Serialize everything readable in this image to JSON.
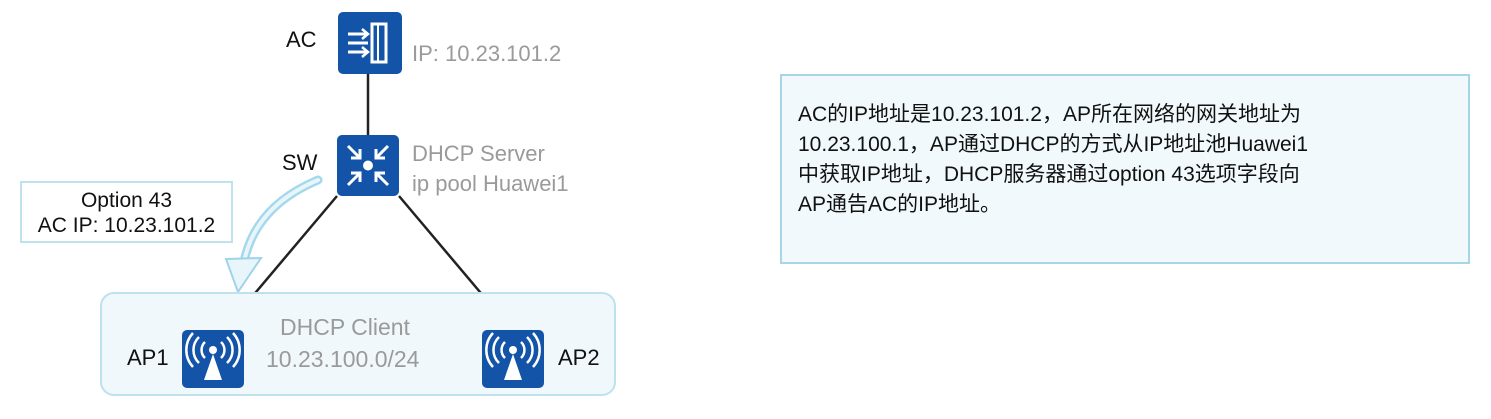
{
  "devices": {
    "ac": {
      "label": "AC",
      "ip_text": "IP: 10.23.101.2"
    },
    "sw": {
      "label": "SW",
      "role_line1": "DHCP Server",
      "role_line2": "ip pool Huawei1"
    },
    "ap1": {
      "label": "AP1"
    },
    "ap2": {
      "label": "AP2"
    }
  },
  "option_box": {
    "line1": "Option 43",
    "line2": "AC IP: 10.23.101.2"
  },
  "client_group": {
    "line1": "DHCP Client",
    "line2": "10.23.100.0/24"
  },
  "note": {
    "lines": [
      "AC的IP地址是10.23.101.2，AP所在网络的网关地址为",
      "10.23.100.1，AP通过DHCP的方式从IP地址池Huawei1",
      "中获取IP地址，DHCP服务器通过option  43选项字段向",
      "AP通告AC的IP地址。"
    ]
  },
  "colors": {
    "device_blue": "#1454a8",
    "link_line": "#222222",
    "box_border": "#bde2ee",
    "arrow": "#9fd3ea"
  }
}
